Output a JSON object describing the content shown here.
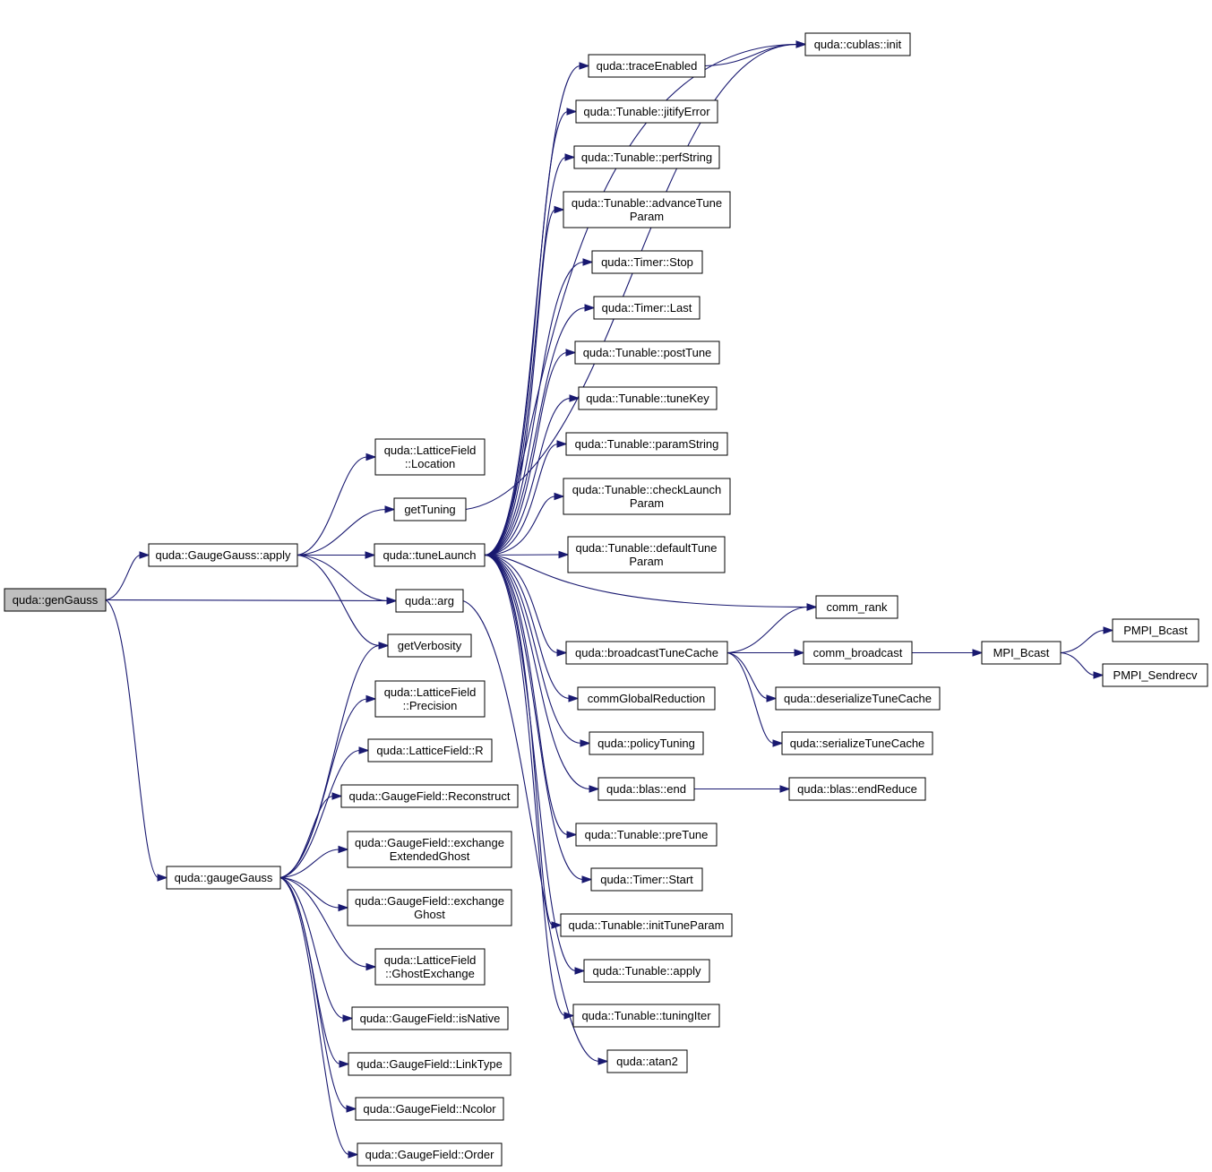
{
  "nodes": [
    {
      "id": "genGauss",
      "lines": [
        "quda::genGauss"
      ],
      "root": true
    },
    {
      "id": "GaugeGaussApply",
      "lines": [
        "quda::GaugeGauss::apply"
      ]
    },
    {
      "id": "gaugeGauss",
      "lines": [
        "quda::gaugeGauss"
      ]
    },
    {
      "id": "LatticeFieldLocation",
      "lines": [
        "quda::LatticeField",
        "::Location"
      ]
    },
    {
      "id": "getTuning",
      "lines": [
        "getTuning"
      ]
    },
    {
      "id": "tuneLaunch",
      "lines": [
        "quda::tuneLaunch"
      ]
    },
    {
      "id": "arg",
      "lines": [
        "quda::arg"
      ]
    },
    {
      "id": "getVerbosity",
      "lines": [
        "getVerbosity"
      ]
    },
    {
      "id": "LatticeFieldPrecision",
      "lines": [
        "quda::LatticeField",
        "::Precision"
      ]
    },
    {
      "id": "LatticeFieldR",
      "lines": [
        "quda::LatticeField::R"
      ]
    },
    {
      "id": "GaugeFieldReconstruct",
      "lines": [
        "quda::GaugeField::Reconstruct"
      ]
    },
    {
      "id": "GaugeFieldExchangeExtendedGhost",
      "lines": [
        "quda::GaugeField::exchange",
        "ExtendedGhost"
      ]
    },
    {
      "id": "GaugeFieldExchangeGhost",
      "lines": [
        "quda::GaugeField::exchange",
        "Ghost"
      ]
    },
    {
      "id": "LatticeFieldGhostExchange",
      "lines": [
        "quda::LatticeField",
        "::GhostExchange"
      ]
    },
    {
      "id": "GaugeFieldIsNative",
      "lines": [
        "quda::GaugeField::isNative"
      ]
    },
    {
      "id": "GaugeFieldLinkType",
      "lines": [
        "quda::GaugeField::LinkType"
      ]
    },
    {
      "id": "GaugeFieldNcolor",
      "lines": [
        "quda::GaugeField::Ncolor"
      ]
    },
    {
      "id": "GaugeFieldOrder",
      "lines": [
        "quda::GaugeField::Order"
      ]
    },
    {
      "id": "traceEnabled",
      "lines": [
        "quda::traceEnabled"
      ]
    },
    {
      "id": "cublasInit",
      "lines": [
        "quda::cublas::init"
      ]
    },
    {
      "id": "jitifyError",
      "lines": [
        "quda::Tunable::jitifyError"
      ]
    },
    {
      "id": "perfString",
      "lines": [
        "quda::Tunable::perfString"
      ]
    },
    {
      "id": "advanceTuneParam",
      "lines": [
        "quda::Tunable::advanceTune",
        "Param"
      ]
    },
    {
      "id": "TimerStop",
      "lines": [
        "quda::Timer::Stop"
      ]
    },
    {
      "id": "TimerLast",
      "lines": [
        "quda::Timer::Last"
      ]
    },
    {
      "id": "postTune",
      "lines": [
        "quda::Tunable::postTune"
      ]
    },
    {
      "id": "tuneKey",
      "lines": [
        "quda::Tunable::tuneKey"
      ]
    },
    {
      "id": "paramString",
      "lines": [
        "quda::Tunable::paramString"
      ]
    },
    {
      "id": "checkLaunchParam",
      "lines": [
        "quda::Tunable::checkLaunch",
        "Param"
      ]
    },
    {
      "id": "defaultTuneParam",
      "lines": [
        "quda::Tunable::defaultTune",
        "Param"
      ]
    },
    {
      "id": "commRank",
      "lines": [
        "comm_rank"
      ]
    },
    {
      "id": "broadcastTuneCache",
      "lines": [
        "quda::broadcastTuneCache"
      ]
    },
    {
      "id": "commBroadcast",
      "lines": [
        "comm_broadcast"
      ]
    },
    {
      "id": "MPIBcast",
      "lines": [
        "MPI_Bcast"
      ]
    },
    {
      "id": "PMPIBcast",
      "lines": [
        "PMPI_Bcast"
      ]
    },
    {
      "id": "PMPISendrecv",
      "lines": [
        "PMPI_Sendrecv"
      ]
    },
    {
      "id": "deserializeTuneCache",
      "lines": [
        "quda::deserializeTuneCache"
      ]
    },
    {
      "id": "serializeTuneCache",
      "lines": [
        "quda::serializeTuneCache"
      ]
    },
    {
      "id": "commGlobalReduction",
      "lines": [
        "commGlobalReduction"
      ]
    },
    {
      "id": "policyTuning",
      "lines": [
        "quda::policyTuning"
      ]
    },
    {
      "id": "blasEnd",
      "lines": [
        "quda::blas::end"
      ]
    },
    {
      "id": "blasEndReduce",
      "lines": [
        "quda::blas::endReduce"
      ]
    },
    {
      "id": "preTune",
      "lines": [
        "quda::Tunable::preTune"
      ]
    },
    {
      "id": "TimerStart",
      "lines": [
        "quda::Timer::Start"
      ]
    },
    {
      "id": "initTuneParam",
      "lines": [
        "quda::Tunable::initTuneParam"
      ]
    },
    {
      "id": "TunableApply",
      "lines": [
        "quda::Tunable::apply"
      ]
    },
    {
      "id": "tuningIter",
      "lines": [
        "quda::Tunable::tuningIter"
      ]
    },
    {
      "id": "atan2",
      "lines": [
        "quda::atan2"
      ]
    }
  ],
  "edges": [
    [
      "genGauss",
      "GaugeGaussApply"
    ],
    [
      "genGauss",
      "arg"
    ],
    [
      "genGauss",
      "gaugeGauss"
    ],
    [
      "GaugeGaussApply",
      "LatticeFieldLocation"
    ],
    [
      "GaugeGaussApply",
      "getTuning"
    ],
    [
      "GaugeGaussApply",
      "tuneLaunch"
    ],
    [
      "GaugeGaussApply",
      "arg"
    ],
    [
      "GaugeGaussApply",
      "getVerbosity"
    ],
    [
      "getTuning",
      "cublasInit"
    ],
    [
      "arg",
      "atan2"
    ],
    [
      "gaugeGauss",
      "getVerbosity"
    ],
    [
      "gaugeGauss",
      "LatticeFieldPrecision"
    ],
    [
      "gaugeGauss",
      "LatticeFieldR"
    ],
    [
      "gaugeGauss",
      "GaugeFieldReconstruct"
    ],
    [
      "gaugeGauss",
      "GaugeFieldExchangeExtendedGhost"
    ],
    [
      "gaugeGauss",
      "GaugeFieldExchangeGhost"
    ],
    [
      "gaugeGauss",
      "LatticeFieldGhostExchange"
    ],
    [
      "gaugeGauss",
      "GaugeFieldIsNative"
    ],
    [
      "gaugeGauss",
      "GaugeFieldLinkType"
    ],
    [
      "gaugeGauss",
      "GaugeFieldNcolor"
    ],
    [
      "gaugeGauss",
      "GaugeFieldOrder"
    ],
    [
      "tuneLaunch",
      "traceEnabled"
    ],
    [
      "tuneLaunch",
      "jitifyError"
    ],
    [
      "tuneLaunch",
      "perfString"
    ],
    [
      "tuneLaunch",
      "advanceTuneParam"
    ],
    [
      "tuneLaunch",
      "TimerStop"
    ],
    [
      "tuneLaunch",
      "TimerLast"
    ],
    [
      "tuneLaunch",
      "postTune"
    ],
    [
      "tuneLaunch",
      "tuneKey"
    ],
    [
      "tuneLaunch",
      "paramString"
    ],
    [
      "tuneLaunch",
      "checkLaunchParam"
    ],
    [
      "tuneLaunch",
      "defaultTuneParam"
    ],
    [
      "tuneLaunch",
      "commRank"
    ],
    [
      "tuneLaunch",
      "broadcastTuneCache"
    ],
    [
      "tuneLaunch",
      "commGlobalReduction"
    ],
    [
      "tuneLaunch",
      "policyTuning"
    ],
    [
      "tuneLaunch",
      "blasEnd"
    ],
    [
      "tuneLaunch",
      "preTune"
    ],
    [
      "tuneLaunch",
      "TimerStart"
    ],
    [
      "tuneLaunch",
      "initTuneParam"
    ],
    [
      "tuneLaunch",
      "TunableApply"
    ],
    [
      "tuneLaunch",
      "tuningIter"
    ],
    [
      "tuneLaunch",
      "cublasInit"
    ],
    [
      "traceEnabled",
      "cublasInit"
    ],
    [
      "broadcastTuneCache",
      "commRank"
    ],
    [
      "broadcastTuneCache",
      "commBroadcast"
    ],
    [
      "broadcastTuneCache",
      "deserializeTuneCache"
    ],
    [
      "broadcastTuneCache",
      "serializeTuneCache"
    ],
    [
      "commBroadcast",
      "MPIBcast"
    ],
    [
      "MPIBcast",
      "PMPIBcast"
    ],
    [
      "MPIBcast",
      "PMPISendrecv"
    ],
    [
      "blasEnd",
      "blasEndReduce"
    ]
  ]
}
